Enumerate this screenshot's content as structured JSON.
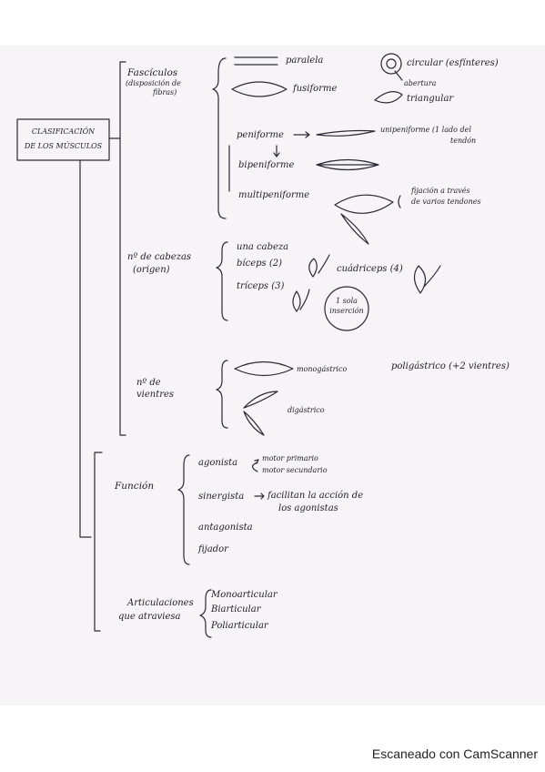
{
  "root": {
    "line1": "CLASIFICACIÓN",
    "line2": "DE LOS MÚSCULOS"
  },
  "branch1": {
    "title": "Fascículos",
    "sub1": "(disposición de",
    "sub2": "fibras)",
    "paralela": "paralela",
    "fusiforme": "fusiforme",
    "circular": "circular (esfínteres)",
    "abertura": "abertura",
    "triangular": "triangular",
    "peniforme": "peniforme",
    "unipeniforme_1": "unipeniforme (1 lado del",
    "unipeniforme_2": "tendón",
    "bipeniforme": "bipeniforme",
    "multipeniforme": "multipeniforme",
    "fijacion_1": "fijación a través",
    "fijacion_2": "de varios tendones"
  },
  "branch2": {
    "title1": "nº de cabezas",
    "title2": "(origen)",
    "una": "una cabeza",
    "biceps": "bíceps (2)",
    "triceps": "tríceps (3)",
    "cuadriceps": "cuádriceps (4)",
    "sola_1": "1 sola",
    "sola_2": "inserción"
  },
  "branch3": {
    "title1": "nº de",
    "title2": "vientres",
    "monogastrico": "monogástrico",
    "poligastrico": "poligástrico (+2 vientres)",
    "digastrico": "digástrico"
  },
  "branch4": {
    "title": "Función",
    "agonista": "agonista",
    "motor1": "motor primario",
    "motor2": "motor secundario",
    "sinergista": "sinergista",
    "sinergista_1": "facilitan la acción de",
    "sinergista_2": "los agonistas",
    "antagonista": "antagonista",
    "fijador": "fijador"
  },
  "branch5": {
    "title1": "Articulaciones",
    "title2": "que atraviesa",
    "mono": "Monoarticular",
    "bi": "Biarticular",
    "poli": "Poliarticular"
  },
  "footer": "Escaneado con CamScanner"
}
